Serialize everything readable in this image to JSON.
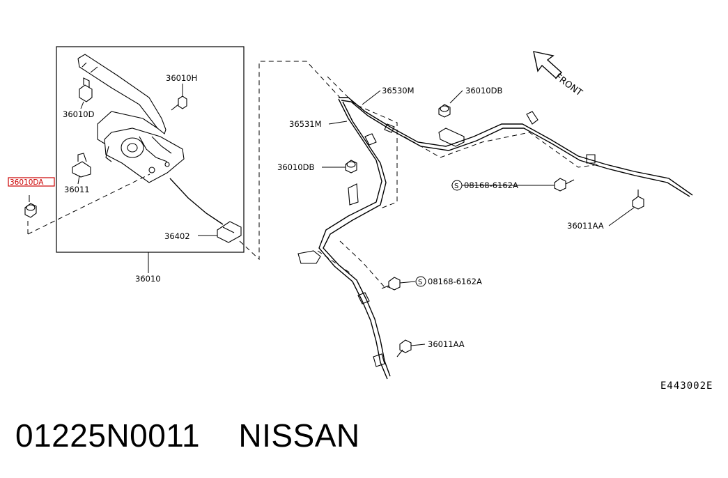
{
  "labels": {
    "p36010H": "36010H",
    "p36010D": "36010D",
    "p36011": "36011",
    "p36010DA": "36010DA",
    "p36402": "36402",
    "p36010": "36010",
    "p36530M": "36530M",
    "p36531M": "36531M",
    "p36010DB_top": "36010DB",
    "p36010DB_mid": "36010DB",
    "p08168_right": "08168-6162A",
    "p08168_mid": "08168-6162A",
    "p36011AA_right": "36011AA",
    "p36011AA_bottom": "36011AA",
    "front": "FRONT",
    "diagram_code": "E443002E"
  },
  "footer": {
    "part_number": "01225N0011",
    "brand": "NISSAN"
  },
  "colors": {
    "highlight": "#cc0000",
    "line": "#000000"
  }
}
